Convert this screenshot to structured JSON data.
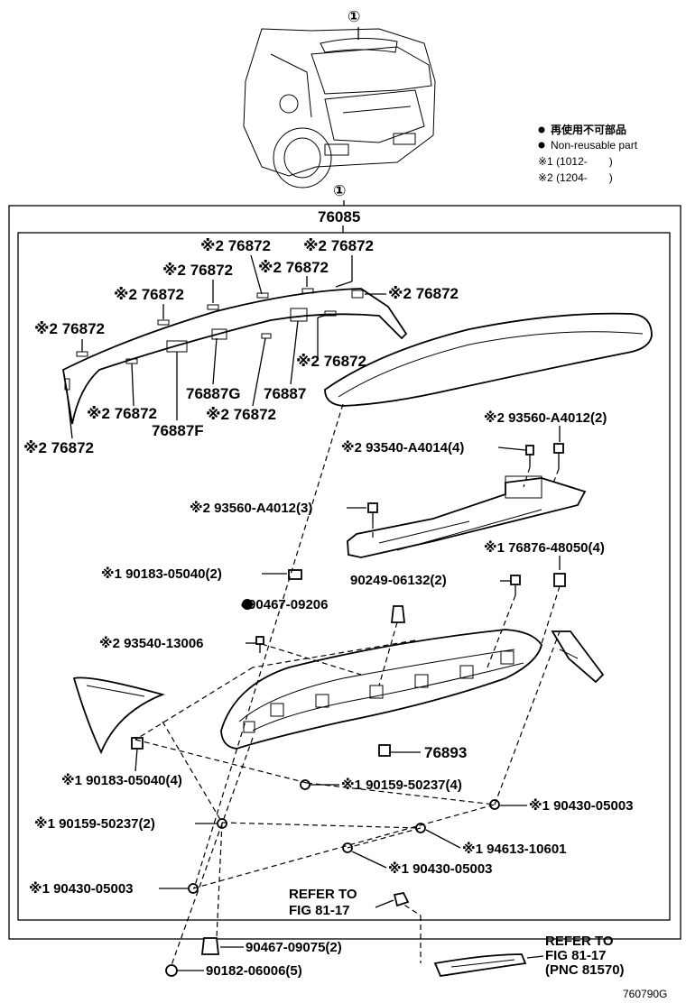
{
  "legend": {
    "non_reusable_jp": "再使用不可部品",
    "non_reusable_en": "Non-reusable part",
    "note1": "※1 (1012-　　)",
    "note2": "※2 (1204-　　)"
  },
  "callout_top": "①",
  "callout_box": "①",
  "assembly_number": "76085",
  "labels": {
    "l1": "※2 76872",
    "l2": "※2 76872",
    "l3": "※2 76872",
    "l4": "※2 76872",
    "l5": "※2 76872",
    "l6": "※2 76872",
    "l7": "※2 76872",
    "l8": "※2 76872",
    "l9": "※2 76872",
    "l10": "※2 76872",
    "l11": "※2 76872",
    "p76887G": "76887G",
    "p76887": "76887",
    "p76887F": "76887F",
    "p93560a": "※2 93560-A4012(2)",
    "p93540a": "※2 93540-A4014(4)",
    "p93560b": "※2 93560-A4012(3)",
    "p76876": "※1 76876-48050(4)",
    "p90183a": "※1 90183-05040(2)",
    "p90249": "90249-06132(2)",
    "p90467a": "●90467-09206",
    "p93540b": "※2 93540-13006",
    "p76893": "76893",
    "p90183b": "※1 90183-05040(4)",
    "p90159a": "※1 90159-50237(4)",
    "p90430a": "※1 90430-05003",
    "p90159b": "※1 90159-50237(2)",
    "p94613": "※1 94613-10601",
    "p90430b": "※1 90430-05003",
    "p90430c": "※1 90430-05003",
    "refer1a": "REFER TO",
    "refer1b": "FIG 81-17",
    "p90467b": "90467-09075(2)",
    "p90182": "90182-06006(5)",
    "refer2a": "REFER TO",
    "refer2b": "FIG 81-17",
    "refer2c": "(PNC 81570)",
    "figure_id": "760790G"
  }
}
